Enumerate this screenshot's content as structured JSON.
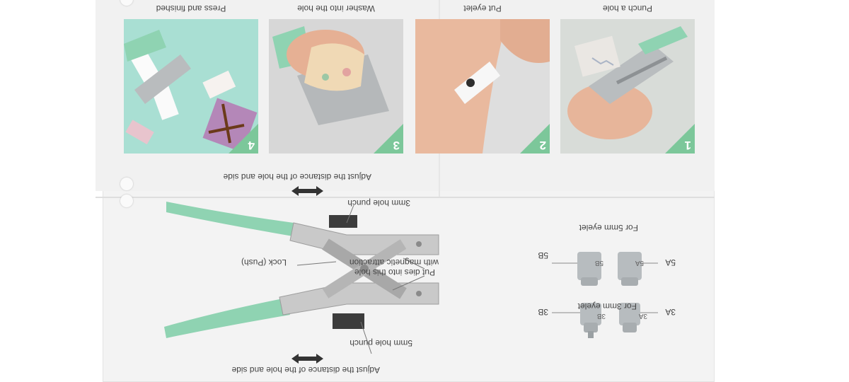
{
  "steps": [
    {
      "number": "1",
      "label": "Punch a hole"
    },
    {
      "number": "2",
      "label": "Put eyelet"
    },
    {
      "number": "3",
      "label": "Washer into the hole"
    },
    {
      "number": "4",
      "label": "Press and finished"
    }
  ],
  "tool": {
    "adjust_top": "Adjust the distance of the hole and side",
    "adjust_bottom": "Adjust the distance of the hole and side",
    "punch_3mm": "3mm hole punch",
    "punch_5mm": "5mm hole punch",
    "lock": "Lock (Push)",
    "dies_line1": "Put dies into this hole",
    "dies_line2": "with magnetic attraction"
  },
  "dies": {
    "set5": {
      "a": "5A",
      "b": "5B",
      "caption": "For 5mm eyelet",
      "a_mark": "5A",
      "b_mark": "5B"
    },
    "set3": {
      "a": "3A",
      "b": "3B",
      "caption": "For 3mm eyelet",
      "a_mark": "3A",
      "b_mark": "3B"
    }
  },
  "colors": {
    "accent_green": "#7cc79a",
    "handle_green": "#8fd3b2",
    "metal": "#c9c9c9"
  }
}
